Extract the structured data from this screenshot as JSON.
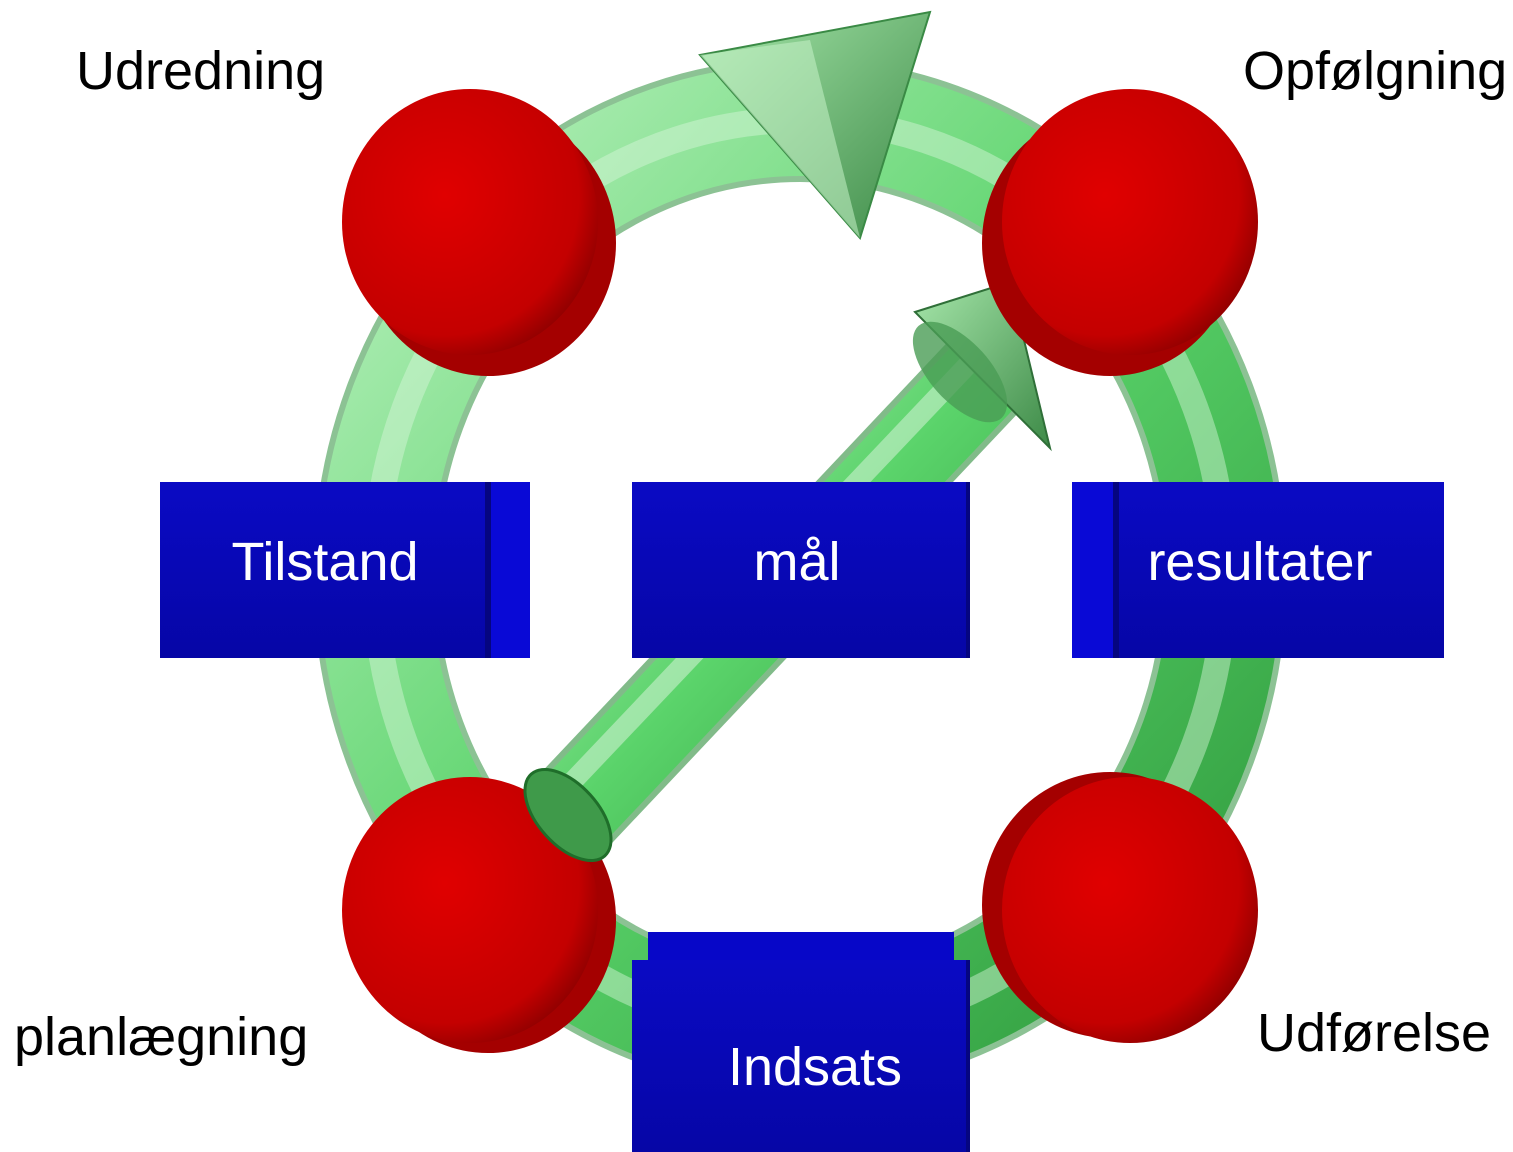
{
  "labels": {
    "udredning": "Udredning",
    "opfolgning": "Opfølgning",
    "planlaegning": "planlægning",
    "udforelse": "Udførelse"
  },
  "boxes": {
    "tilstand": "Tilstand",
    "maal": "mål",
    "resultater": "resultater",
    "indsats": "Indsats"
  },
  "colors": {
    "ring": "#5ad36a",
    "node": "#d80000",
    "box": "#0a0ab8",
    "text_on_box": "#ffffff"
  }
}
